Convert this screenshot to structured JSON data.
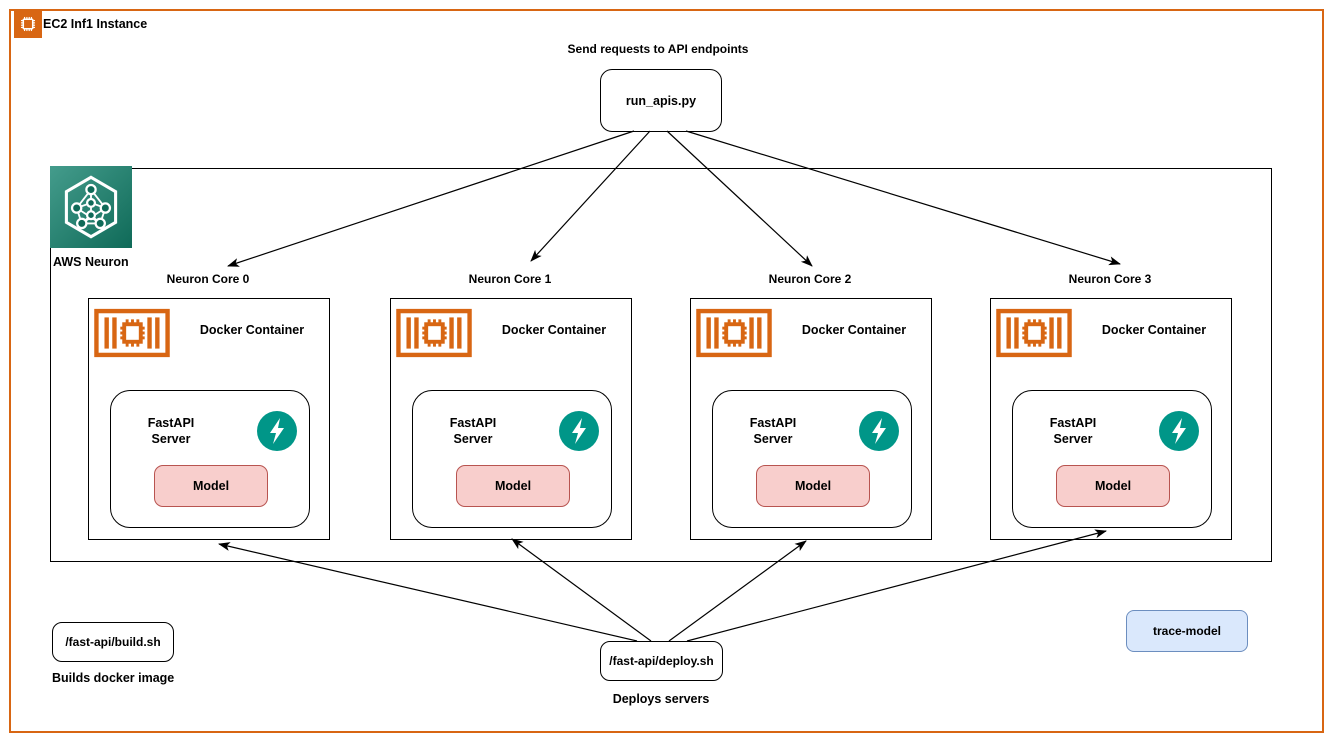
{
  "frame": {
    "title": "EC2 Inf1 Instance"
  },
  "top": {
    "note": "Send requests to API endpoints",
    "script_label": "run_apis.py"
  },
  "neuron": {
    "label": "AWS Neuron"
  },
  "cores": [
    {
      "label": "Neuron Core 0",
      "container": "Docker Container",
      "server_line1": "FastAPI",
      "server_line2": "Server",
      "model": "Model"
    },
    {
      "label": "Neuron Core 1",
      "container": "Docker Container",
      "server_line1": "FastAPI",
      "server_line2": "Server",
      "model": "Model"
    },
    {
      "label": "Neuron Core 2",
      "container": "Docker Container",
      "server_line1": "FastAPI",
      "server_line2": "Server",
      "model": "Model"
    },
    {
      "label": "Neuron Core 3",
      "container": "Docker Container",
      "server_line1": "FastAPI",
      "server_line2": "Server",
      "model": "Model"
    }
  ],
  "bottom": {
    "build_label": "/fast-api/build.sh",
    "build_caption": "Builds docker image",
    "deploy_label": "/fast-api/deploy.sh",
    "deploy_caption": "Deploys servers",
    "trace_label": "trace-model"
  },
  "icons": {
    "ec2": "chip-icon",
    "container": "inferentia-chip-icon",
    "neuron": "aws-neuron-hexagon-network-icon",
    "fastapi": "lightning-bolt-icon"
  },
  "colors": {
    "frame_orange": "#D86613",
    "fastapi_teal": "#009688",
    "model_fill": "#F8CECC",
    "model_stroke": "#B85450",
    "trace_fill": "#DAE8FC",
    "trace_stroke": "#6C8EBF",
    "neuron_gradient_start": "#449C8C",
    "neuron_gradient_end": "#0F6A58",
    "line_black": "#000000"
  }
}
